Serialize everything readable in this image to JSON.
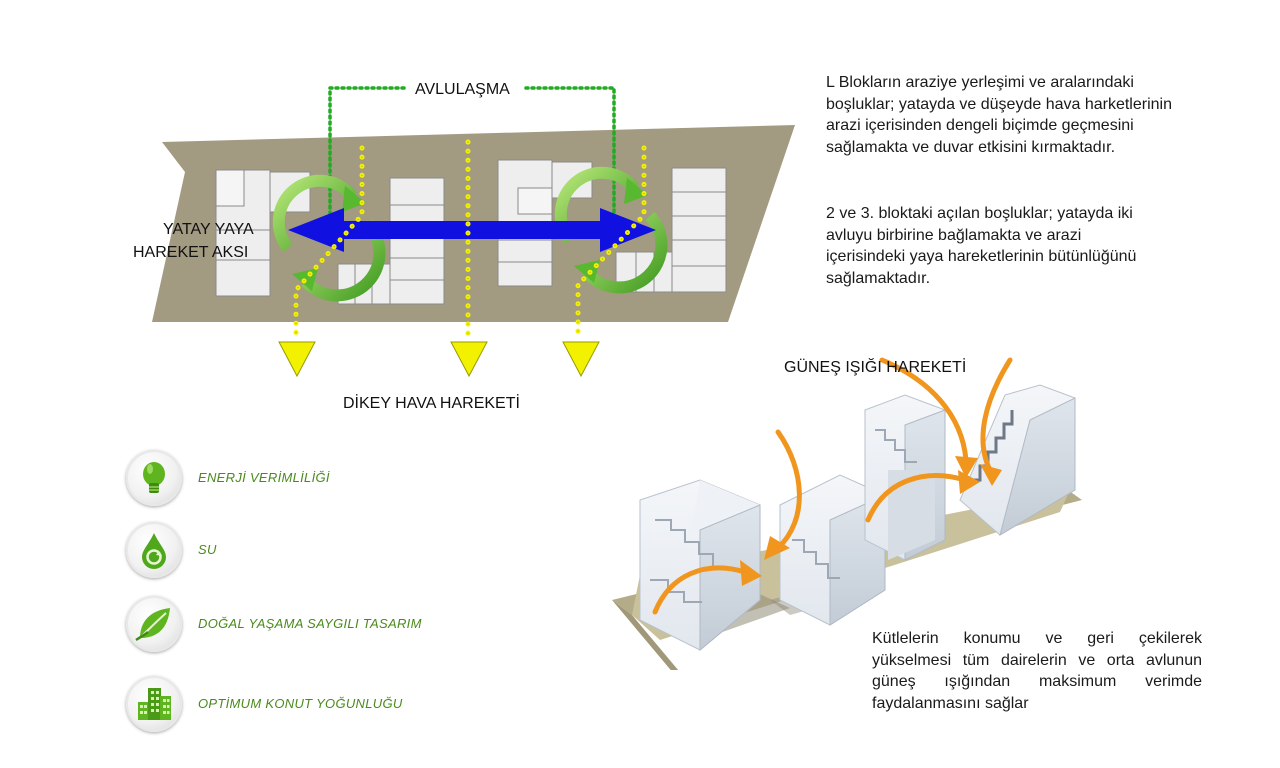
{
  "diagram": {
    "courtyard_label": "AVLULAŞMA",
    "horizontal_label_line1": "YATAY YAYA",
    "horizontal_label_line2": "HAREKET AKSI",
    "vertical_label": "DİKEY HAVA HAREKETİ",
    "sunlight_label": "GÜNEŞ IŞIĞI HAREKETİ"
  },
  "text": {
    "para1": "L Blokların araziye yerleşimi ve aralarındaki boşluklar; yatayda ve düşeyde hava harketlerinin arazi içerisinden dengeli biçimde geçmesini sağlamakta ve duvar etkisini kırmaktadır.",
    "para2": "2 ve 3. bloktaki açılan boşluklar; yatayda iki avluyu birbirine bağlamakta ve arazi içerisindeki yaya hareketlerinin bütünlüğünü sağlamaktadır.",
    "para3": "Kütlelerin konumu ve geri çekilerek yükselmesi tüm dairelerin ve orta avlunun güneş ışığından maksimum verimde faydalanmasını sağlar"
  },
  "legend": [
    {
      "label": "ENERJİ VERİMLİLİĞİ",
      "icon": "lightbulb-icon"
    },
    {
      "label": "SU",
      "icon": "water-drop-icon"
    },
    {
      "label": "DOĞAL YAŞAMA SAYGILI TASARIM",
      "icon": "leaf-icon"
    },
    {
      "label": "OPTİMUM KONUT  YOĞUNLUĞU",
      "icon": "building-icon"
    }
  ],
  "colors": {
    "site": "#a39a82",
    "legend_text": "#4a8a1c",
    "arrow_blue": "#1010e0",
    "courtyard_green": "#22aa22",
    "vertical_yellow": "#f2f200",
    "sun_orange": "#f0961e"
  }
}
